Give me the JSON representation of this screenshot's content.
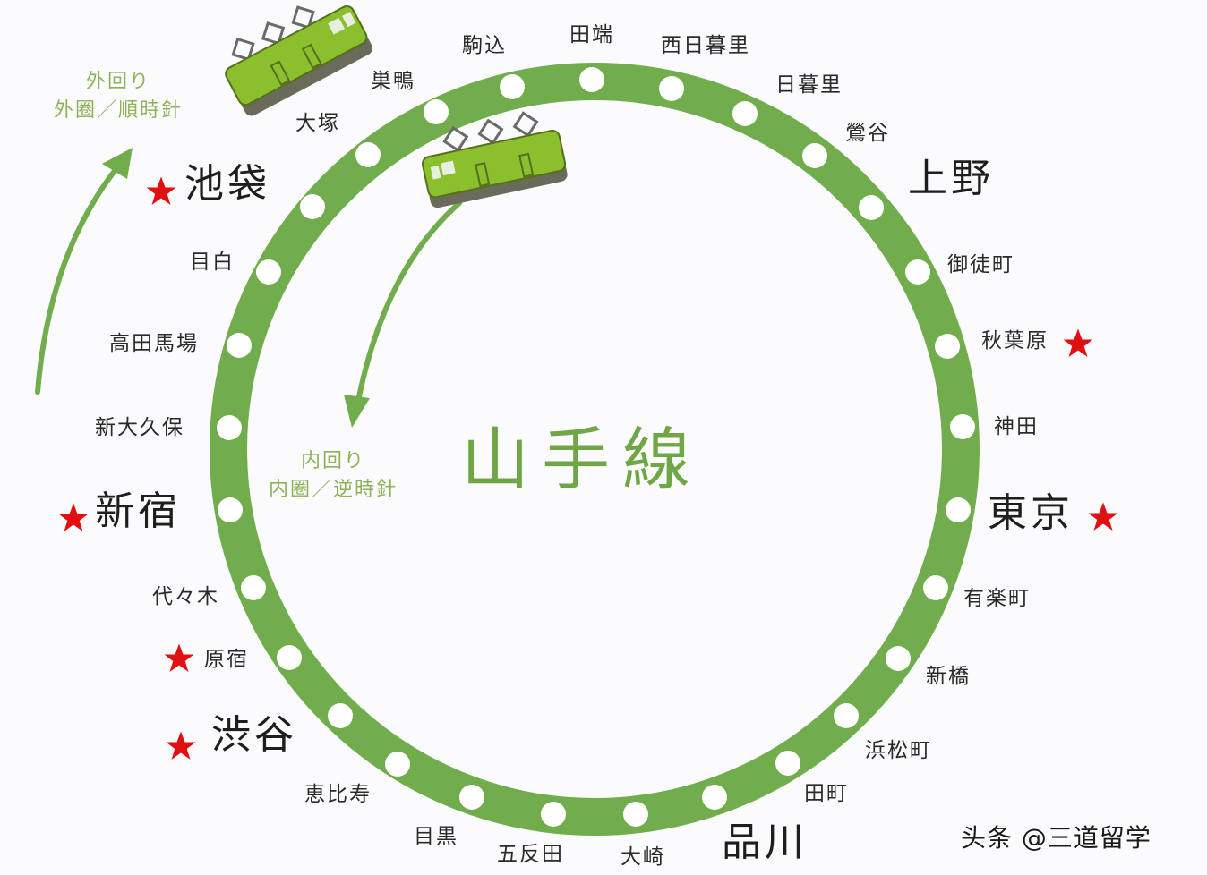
{
  "title": "山手線",
  "colors": {
    "line": "#72ad4d",
    "station_dot": "#ffffff",
    "star": "#e01010",
    "train_body": "#8cbf2e",
    "train_base": "#6b6b5c",
    "direction_text": "#8db25a",
    "background": "#fbfbfd"
  },
  "directions": {
    "outer": {
      "line1": "外回り",
      "line2": "外圈／順時針"
    },
    "inner": {
      "line1": "内回り",
      "line2": "内圈／逆時針"
    }
  },
  "stations": [
    {
      "name": "田端",
      "major": false,
      "starred": false
    },
    {
      "name": "西日暮里",
      "major": false,
      "starred": false
    },
    {
      "name": "日暮里",
      "major": false,
      "starred": false
    },
    {
      "name": "鶯谷",
      "major": false,
      "starred": false
    },
    {
      "name": "上野",
      "major": true,
      "starred": false
    },
    {
      "name": "御徒町",
      "major": false,
      "starred": false
    },
    {
      "name": "秋葉原",
      "major": false,
      "starred": true
    },
    {
      "name": "神田",
      "major": false,
      "starred": false
    },
    {
      "name": "東京",
      "major": true,
      "starred": true
    },
    {
      "name": "有楽町",
      "major": false,
      "starred": false
    },
    {
      "name": "新橋",
      "major": false,
      "starred": false
    },
    {
      "name": "浜松町",
      "major": false,
      "starred": false
    },
    {
      "name": "田町",
      "major": false,
      "starred": false
    },
    {
      "name": "品川",
      "major": true,
      "starred": false
    },
    {
      "name": "大崎",
      "major": false,
      "starred": false
    },
    {
      "name": "五反田",
      "major": false,
      "starred": false
    },
    {
      "name": "目黒",
      "major": false,
      "starred": false
    },
    {
      "name": "恵比寿",
      "major": false,
      "starred": false
    },
    {
      "name": "渋谷",
      "major": true,
      "starred": true
    },
    {
      "name": "原宿",
      "major": false,
      "starred": true
    },
    {
      "name": "代々木",
      "major": false,
      "starred": false
    },
    {
      "name": "新宿",
      "major": true,
      "starred": true
    },
    {
      "name": "新大久保",
      "major": false,
      "starred": false
    },
    {
      "name": "高田馬場",
      "major": false,
      "starred": false
    },
    {
      "name": "目白",
      "major": false,
      "starred": false
    },
    {
      "name": "池袋",
      "major": true,
      "starred": true
    },
    {
      "name": "大塚",
      "major": false,
      "starred": false
    },
    {
      "name": "巣鴨",
      "major": false,
      "starred": false
    },
    {
      "name": "駒込",
      "major": false,
      "starred": false
    }
  ],
  "watermark": "头条 @三道留学"
}
